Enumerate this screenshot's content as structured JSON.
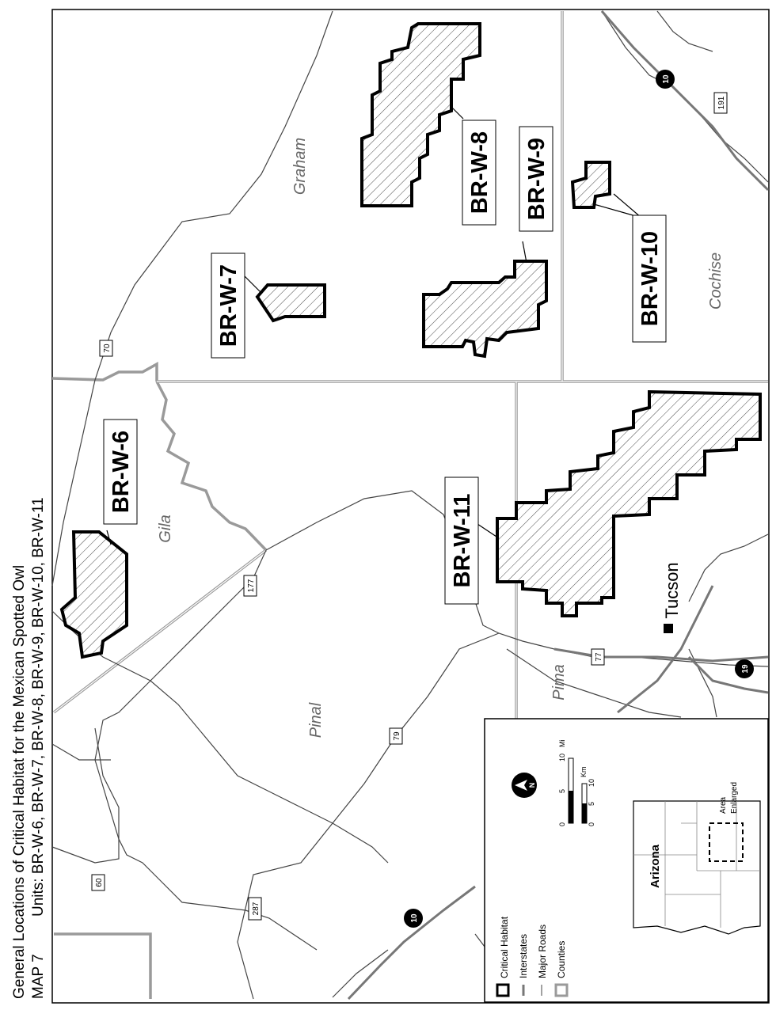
{
  "map": {
    "title": "General Locations of Critical Habitat for the Mexican Spotted Owl",
    "map_number": "MAP 7",
    "units_line": "Units: BR-W-6, BR-W-7, BR-W-8, BR-W-9, BR-W-10, BR-W-11"
  },
  "units": {
    "w6": "BR-W-6",
    "w7": "BR-W-7",
    "w8": "BR-W-8",
    "w9": "BR-W-9",
    "w10": "BR-W-10",
    "w11": "BR-W-11"
  },
  "counties": {
    "graham": "Graham",
    "gila": "Gila",
    "pinal": "Pinal",
    "pima": "Pima",
    "cochise": "Cochise"
  },
  "city": {
    "tucson": "Tucson"
  },
  "roads": {
    "r70": "70",
    "r177": "177",
    "r79": "79",
    "r77": "77",
    "r60": "60",
    "r287": "287",
    "r191": "191",
    "i10_north": "10",
    "i10_south": "10",
    "i19": "19"
  },
  "legend": {
    "critical_habitat": "Critical Habitat",
    "interstates": "Interstates",
    "major_roads": "Major Roads",
    "counties": "Counties",
    "north_letter": "N"
  },
  "scale": {
    "mi_0": "0",
    "mi_5": "5",
    "mi_10": "10",
    "mi_unit": "Mi",
    "km_0": "0",
    "km_5": "5",
    "km_10": "10",
    "km_unit": "Km"
  },
  "inset": {
    "state": "Arizona",
    "area_label_1": "Area",
    "area_label_2": "Enlarged"
  },
  "colors": {
    "habitat_border": "#000000",
    "county_line": "#9a9a9a",
    "road": "#444444"
  }
}
